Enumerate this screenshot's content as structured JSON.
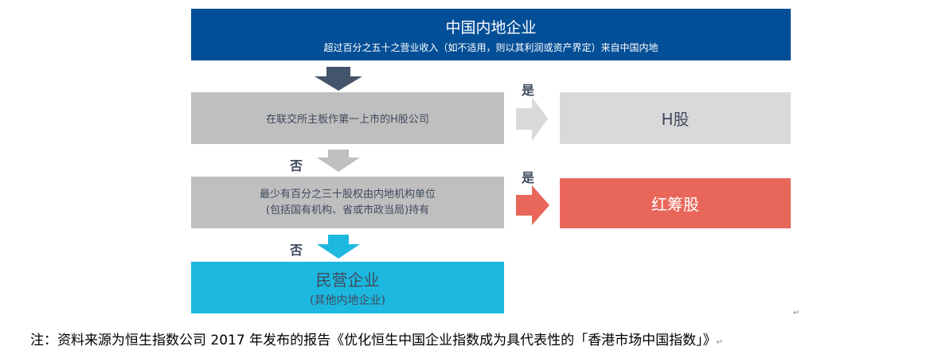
{
  "top": {
    "title": "中国内地企业",
    "subtitle": "超过百分之五十之营业收入（如不适用，则以其利润或资产界定）来自中国内地"
  },
  "q1": {
    "text": "在联交所主板作第一上市的H股公司",
    "yes": "是",
    "no": "否"
  },
  "h_share": "H股",
  "q2": {
    "line1": "最少有百分之三十股权由内地机构单位",
    "line2": "(包括国有机构、省或市政当局)持有",
    "yes": "是",
    "no": "否"
  },
  "red_chip": "红筹股",
  "private": {
    "title": "民营企业",
    "subtitle": "(其他内地企业)"
  },
  "note": "注：资料来源为恒生指数公司 2017 年发布的报告《优化恒生中国企业指数成为具代表性的「香港市场中国指数」》",
  "paragraph_mark": "↵",
  "colors": {
    "navy": "#034f97",
    "gray": "#bfbfbf",
    "light": "#d9d9d9",
    "red": "#e8675a",
    "cyan": "#1cb8e0",
    "dark_arrow": "#44546a"
  }
}
